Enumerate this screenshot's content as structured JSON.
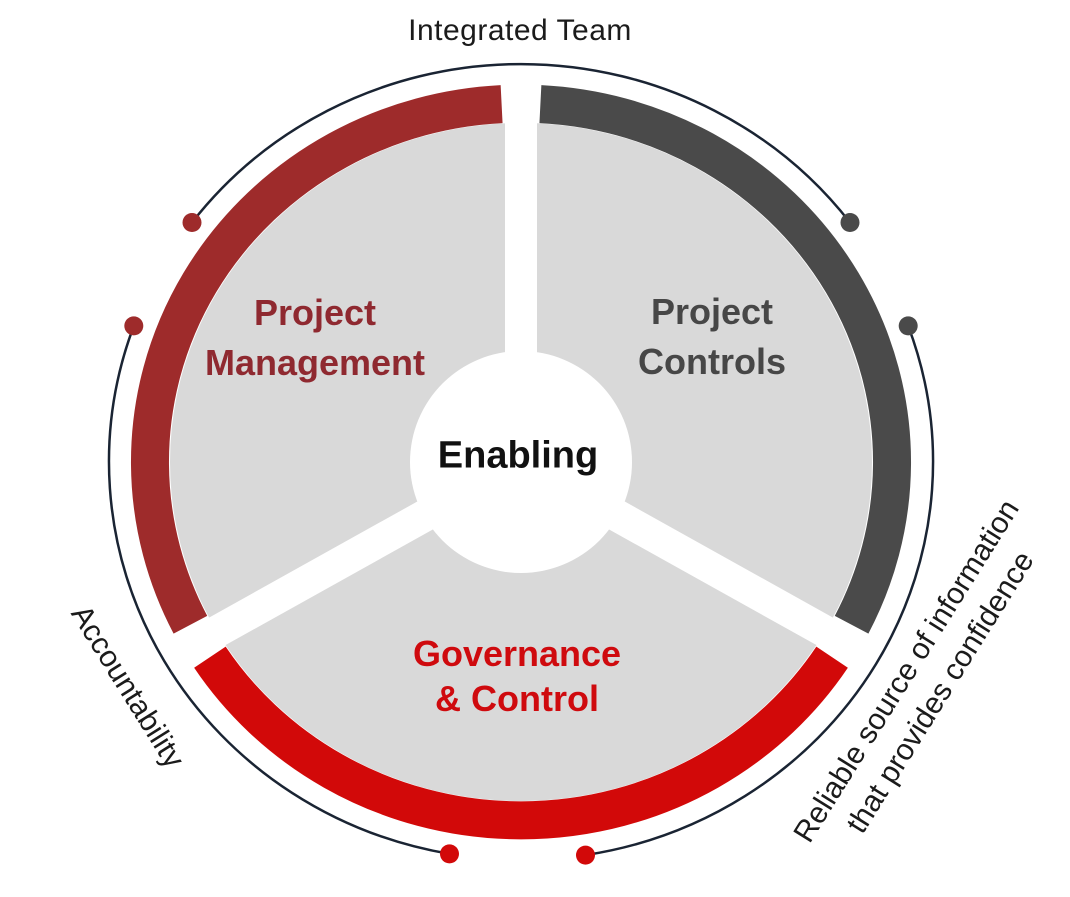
{
  "wheel": {
    "hub": {
      "label": "Enabling"
    },
    "segments": [
      {
        "name": "project-management",
        "lines": [
          "Project",
          "Management"
        ],
        "arc_color": "#9E2B2B",
        "text_color": "#8F2930",
        "start_angle": 243,
        "end_angle": 357
      },
      {
        "name": "project-controls",
        "lines": [
          "Project",
          "Controls"
        ],
        "arc_color": "#4A4A4A",
        "text_color": "#474747",
        "start_angle": 3,
        "end_angle": 117
      },
      {
        "name": "governance-control",
        "lines": [
          "Governance",
          "& Control"
        ],
        "arc_color": "#D20909",
        "text_color": "#CF0A0E",
        "start_angle": 123,
        "end_angle": 237
      }
    ],
    "connectors": [
      {
        "name": "integrated-team",
        "label": "Integrated Team",
        "start_angle": -53,
        "end_angle": 53,
        "start_dot_color": "#9E2B2B",
        "end_dot_color": "#4A4A4A"
      },
      {
        "name": "reliable-source",
        "label_lines": [
          "Reliable source of information",
          "that provides confidence"
        ],
        "start_angle": 70,
        "end_angle": 171,
        "start_dot_color": "#4A4A4A",
        "end_dot_color": "#D20909"
      },
      {
        "name": "accountability",
        "label": "Accountability",
        "start_angle": -170,
        "end_angle": -70,
        "start_dot_color": "#D20909",
        "end_dot_color": "#9E2B2B"
      }
    ],
    "colors": {
      "disc": "#D9D9D9",
      "connector_line": "#1A2433",
      "hub_text": "#111111",
      "outer_text": "#1B1B1B",
      "background": "#FFFFFF"
    }
  }
}
